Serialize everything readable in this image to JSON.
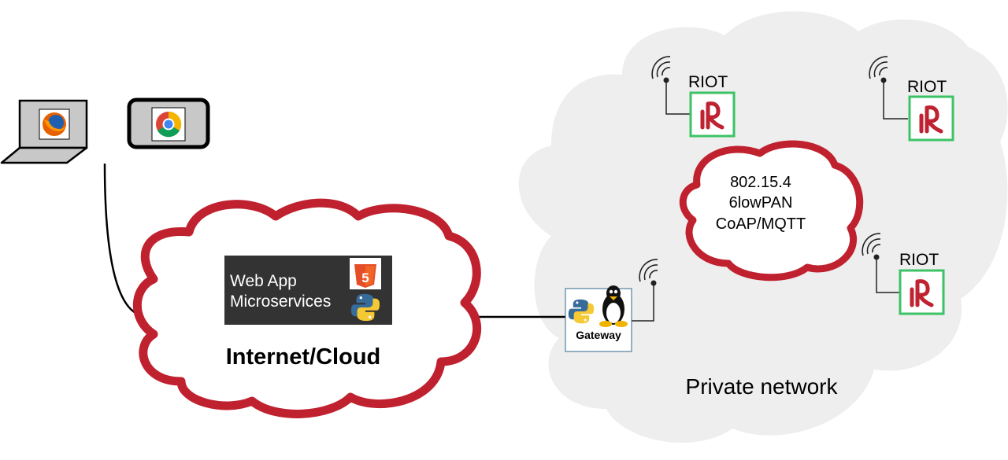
{
  "colors": {
    "cloud_red": "#c0212f",
    "private_cloud": "#eeeeee",
    "riot_green": "#3cc365",
    "riot_red": "#bf2230",
    "app_box": "#333333",
    "device_gray": "#c8c8c8",
    "line": "#000000"
  },
  "client": {
    "laptop_icon": "laptop-icon",
    "laptop_browser_icon": "firefox-icon",
    "tablet_icon": "tablet-icon",
    "tablet_browser_icon": "chrome-icon"
  },
  "internet_cloud": {
    "label": "Internet/Cloud",
    "app_box": {
      "line1": "Web App",
      "line2": "Microservices",
      "html5_icon": "html5-icon",
      "html5_tag": "5",
      "python_icon": "python-icon"
    }
  },
  "private_network": {
    "label": "Private network",
    "protocol_cloud": {
      "line1": "802.15.4",
      "line2": "6lowPAN",
      "line3": "CoAP/MQTT"
    },
    "gateway": {
      "label": "Gateway",
      "python_icon": "python-icon",
      "linux_icon": "tux-penguin-icon",
      "antenna_icon": "wireless-antenna-icon"
    },
    "nodes": [
      {
        "label": "RIOT",
        "logo_icon": "riot-logo-icon",
        "antenna_icon": "wireless-antenna-icon"
      },
      {
        "label": "RIOT",
        "logo_icon": "riot-logo-icon",
        "antenna_icon": "wireless-antenna-icon"
      },
      {
        "label": "RIOT",
        "logo_icon": "riot-logo-icon",
        "antenna_icon": "wireless-antenna-icon"
      }
    ]
  }
}
